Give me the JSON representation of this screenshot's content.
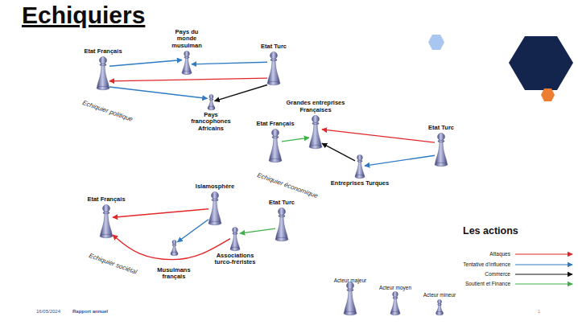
{
  "diagram": {
    "title": "Echiquiers",
    "nodes": [
      {
        "text": [
          "Echiquier politique"
        ]
      },
      {
        "text": [
          "Etat Français"
        ],
        "in": 0
      },
      {
        "text": [
          "Pays du monde musulman"
        ],
        "in": 0
      },
      {
        "text": [
          "Etat Turc"
        ],
        "in": 0
      },
      {
        "text": [
          "Pays francophones Africains"
        ],
        "in": 0
      },
      {
        "text": [
          "Echiquier économique"
        ]
      },
      {
        "text": [
          "Etat Français"
        ],
        "in": 5
      },
      {
        "text": [
          "Grandes entreprises Françaises"
        ],
        "in": 5
      },
      {
        "text": [
          "Etat Turc"
        ],
        "in": 5
      },
      {
        "text": [
          "Entreprises Turques"
        ],
        "in": 5
      },
      {
        "text": [
          "Echiquier sociétal"
        ]
      },
      {
        "text": [
          "Etat Français"
        ],
        "in": 10
      },
      {
        "text": [
          "Islamosphère"
        ],
        "in": 10
      },
      {
        "text": [
          "Etat Turc"
        ],
        "in": 10
      },
      {
        "text": [
          "Associations turco-fréristes"
        ],
        "in": 10
      },
      {
        "text": [
          "Musulmans français"
        ],
        "in": 10
      }
    ],
    "edges": [
      {
        "from": 1,
        "to": 2,
        "arrow": "to"
      },
      {
        "from": 3,
        "to": 2,
        "arrow": "to"
      },
      {
        "from": 3,
        "to": 1,
        "arrow": "to"
      },
      {
        "from": 1,
        "to": 4,
        "arrow": "to"
      },
      {
        "from": 3,
        "to": 4,
        "arrow": "to"
      },
      {
        "from": 6,
        "to": 7,
        "arrow": "to"
      },
      {
        "from": 8,
        "to": 7,
        "arrow": "to"
      },
      {
        "from": 9,
        "to": 7,
        "arrow": "to"
      },
      {
        "from": 8,
        "to": 9,
        "arrow": "to"
      },
      {
        "from": 12,
        "to": 11,
        "arrow": "to"
      },
      {
        "from": 12,
        "to": 15,
        "arrow": "to"
      },
      {
        "from": 13,
        "to": 14,
        "arrow": "to"
      },
      {
        "from": 14,
        "to": 11,
        "arrow": "to"
      }
    ],
    "labels": [
      "Les actions",
      "16/05/2024",
      "Rapport annuel",
      "1"
    ],
    "legend": [
      {
        "text": "Attaques"
      },
      {
        "text": "Tentative d'influence"
      },
      {
        "text": "Commerce"
      },
      {
        "text": "Soutient et Finance"
      },
      {
        "text": "Acteur majeur"
      },
      {
        "text": "Acteur moyen"
      },
      {
        "text": "Acteur mineur"
      }
    ]
  }
}
